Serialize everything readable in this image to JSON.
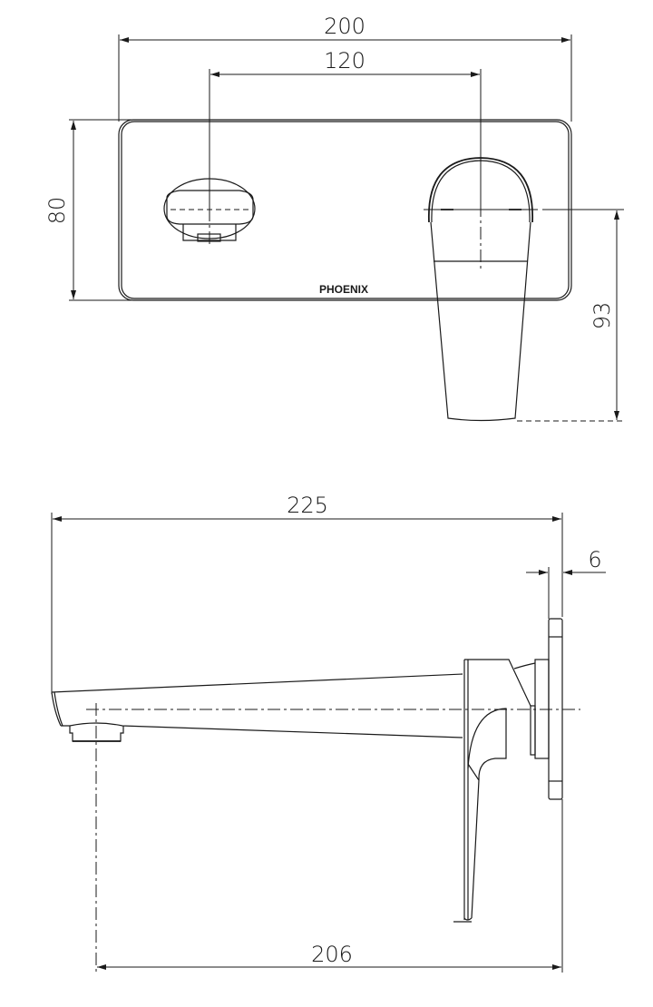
{
  "drawing": {
    "type": "technical dimension drawing",
    "subject": "wall-mounted basin mixer with spout",
    "brand_label": "PHOENIX",
    "front_view": {
      "dimensions": {
        "plate_width": "200",
        "centre_spacing": "120",
        "plate_height": "80",
        "handle_drop": "93"
      }
    },
    "side_view": {
      "dimensions": {
        "overall_projection": "225",
        "plate_thickness": "6",
        "outlet_to_wall": "206"
      }
    },
    "colors": {
      "line": "#1a1a1a",
      "background": "#ffffff"
    }
  }
}
